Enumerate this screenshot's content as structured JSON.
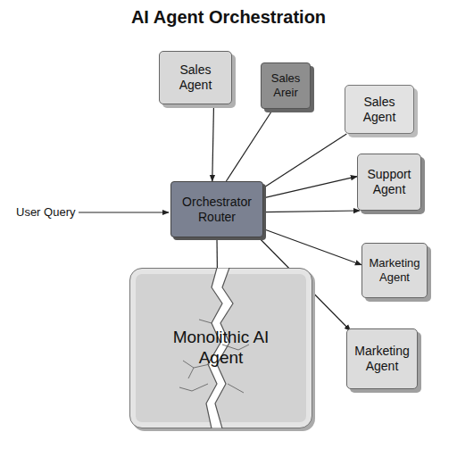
{
  "diagram": {
    "title": "AI Agent Orchestration",
    "nodes": [
      {
        "text": [
          "Sales Agent"
        ]
      },
      {
        "text": [
          "Sales Areir"
        ]
      },
      {
        "text": [
          "Sales Agent"
        ]
      },
      {
        "text": [
          "Orchestrator Router"
        ]
      },
      {
        "text": [
          "Support Agent"
        ]
      },
      {
        "text": [
          "Marketing Agent"
        ]
      },
      {
        "text": [
          "Monolithic AI Agent"
        ]
      },
      {
        "text": [
          "Marketing Agent"
        ]
      }
    ],
    "edges": [
      {
        "from": 0,
        "to": 3,
        "arrow": "to"
      },
      {
        "from": 3,
        "to": 1,
        "arrow": "none"
      },
      {
        "from": 3,
        "to": 2,
        "arrow": "none"
      },
      {
        "from": 3,
        "to": 4,
        "arrow": "to"
      },
      {
        "from": 3,
        "to": 4,
        "arrow": "to"
      },
      {
        "from": 3,
        "to": 5,
        "arrow": "to"
      },
      {
        "from": 3,
        "to": 7,
        "arrow": "to"
      },
      {
        "from": 3,
        "to": 6,
        "arrow": "none"
      }
    ],
    "labels": [
      "User Query"
    ]
  }
}
